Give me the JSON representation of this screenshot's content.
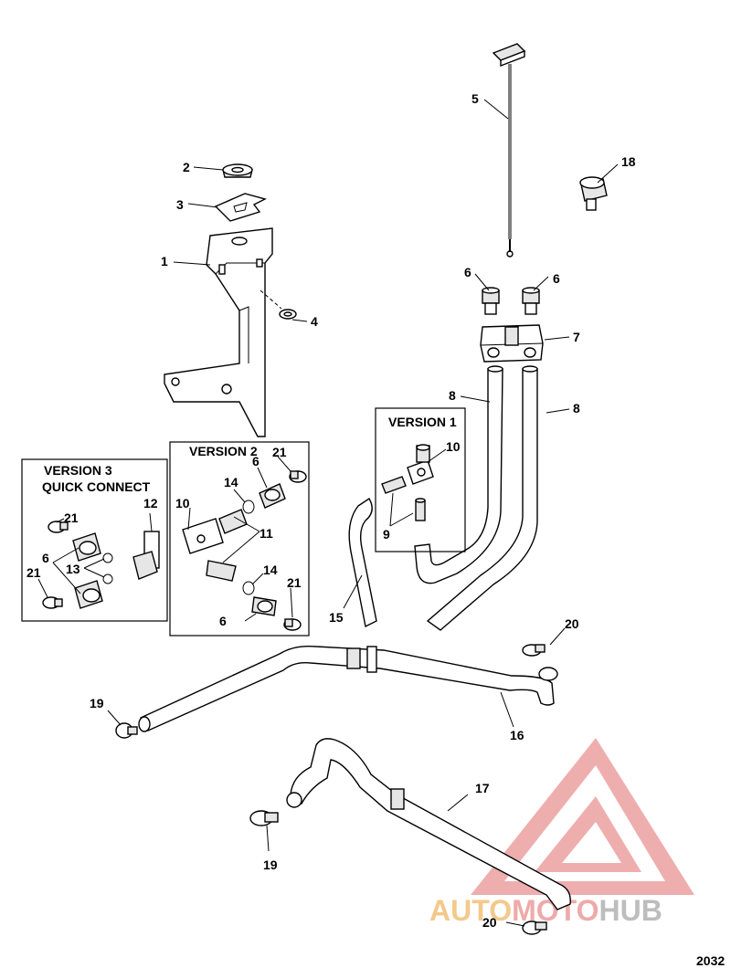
{
  "diagram": {
    "figure_number": "2032",
    "watermark": "AUTOMOTOHUB",
    "watermark_parts": {
      "a": "AUTO",
      "b": "MOTO",
      "c": "HUB"
    },
    "colors": {
      "watermark_red": "#e8a0a0",
      "watermark_orange": "#f3c98c",
      "watermark_grey": "#bdbdbd"
    },
    "boxes": {
      "version1": "VERSION 1",
      "version2": "VERSION 2",
      "version3_line1": "VERSION 3",
      "version3_line2": "QUICK CONNECT"
    },
    "callouts": {
      "c1": "1",
      "c2": "2",
      "c3": "3",
      "c4": "4",
      "c5": "5",
      "c6a": "6",
      "c6b": "6",
      "c6c": "6",
      "c6d": "6",
      "c6e": "6",
      "c7": "7",
      "c8a": "8",
      "c8b": "8",
      "c9": "9",
      "c10a": "10",
      "c10b": "10",
      "c11": "11",
      "c12": "12",
      "c13": "13",
      "c14a": "14",
      "c14b": "14",
      "c15": "15",
      "c16": "16",
      "c17": "17",
      "c18": "18",
      "c19a": "19",
      "c19b": "19",
      "c20a": "20",
      "c20b": "20",
      "c21a": "21",
      "c21b": "21",
      "c21c": "21",
      "c21d": "21"
    }
  }
}
